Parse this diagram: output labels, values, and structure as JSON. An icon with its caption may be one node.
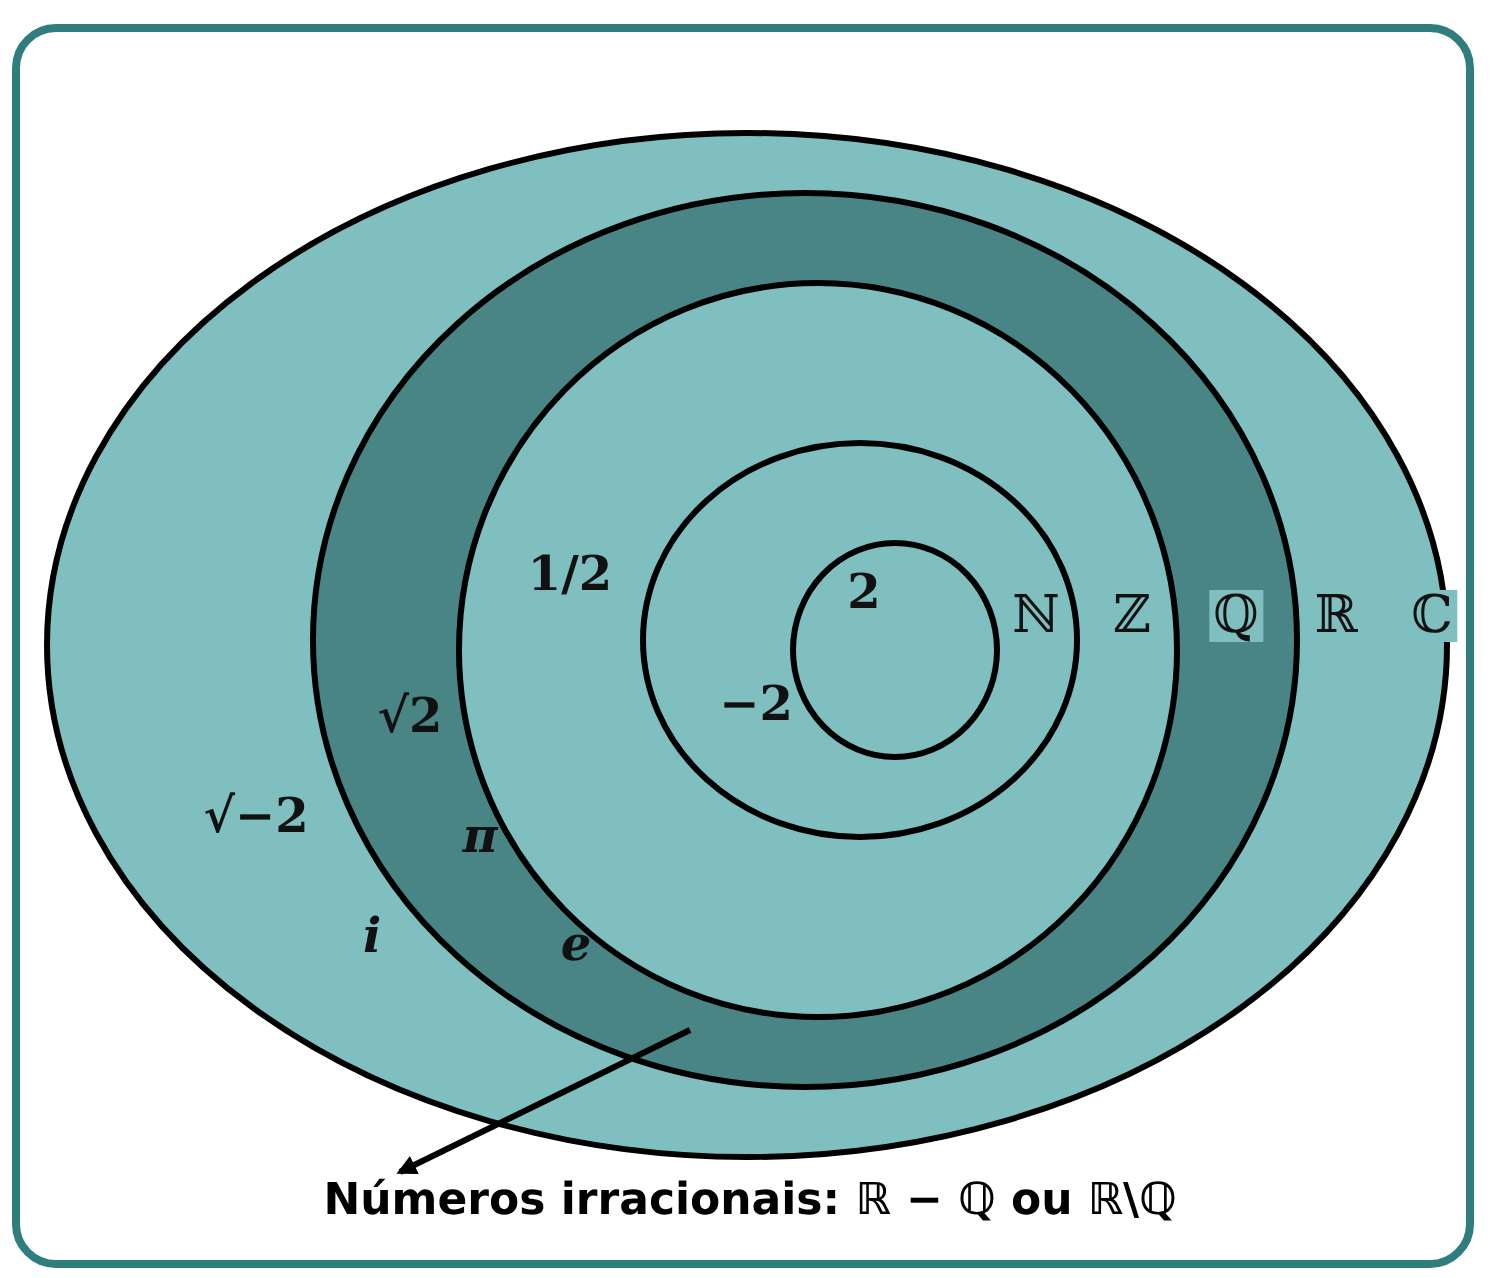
{
  "diagram": {
    "nodes": [
      {
        "text": [
          "ℂ",
          "√−2",
          "i"
        ]
      },
      {
        "text": [
          "ℝ",
          "√2",
          "π",
          "e"
        ],
        "in": 0
      },
      {
        "text": [
          "ℚ",
          "1/2"
        ],
        "in": 1
      },
      {
        "text": [
          "ℤ",
          "−2"
        ],
        "in": 2
      },
      {
        "text": [
          "ℕ",
          "2"
        ],
        "in": 3
      },
      {
        "text": [
          "Números irracionais: ℝ − ℚ ou ℝ\\ℚ"
        ]
      }
    ],
    "edges": [
      {
        "from": 1,
        "to": 5,
        "arrow": "to"
      }
    ]
  }
}
